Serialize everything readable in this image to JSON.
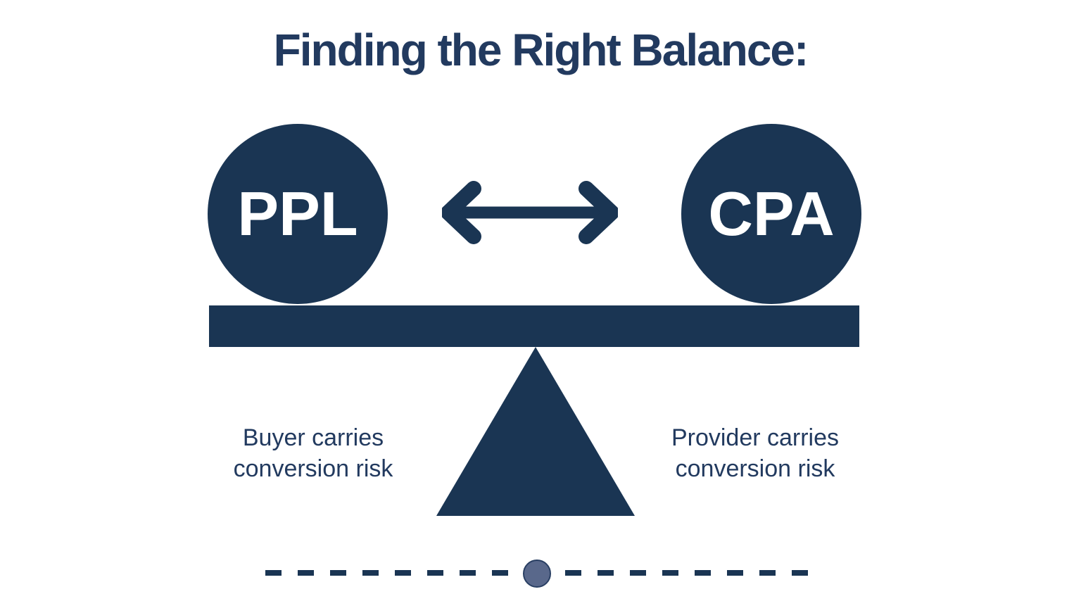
{
  "title": "Finding the Right Balance:",
  "circles": {
    "left": {
      "label": "PPL"
    },
    "right": {
      "label": "CPA"
    }
  },
  "captions": {
    "left": {
      "line1": "Buyer carries",
      "line2": "conversion risk"
    },
    "right": {
      "line1": "Provider carries",
      "line2": "conversion risk"
    }
  },
  "icons": {
    "double_arrow": "left-right-arrow-icon",
    "fulcrum": "triangle-fulcrum",
    "pivot": "pivot-dot"
  },
  "colors": {
    "background": "#ffffff",
    "navy_shapes": "#1a3553",
    "navy_text": "#223a5f",
    "circle_label_text": "#ffffff",
    "pivot_dot_fill": "#59688b",
    "pivot_dot_border": "#293f63"
  }
}
